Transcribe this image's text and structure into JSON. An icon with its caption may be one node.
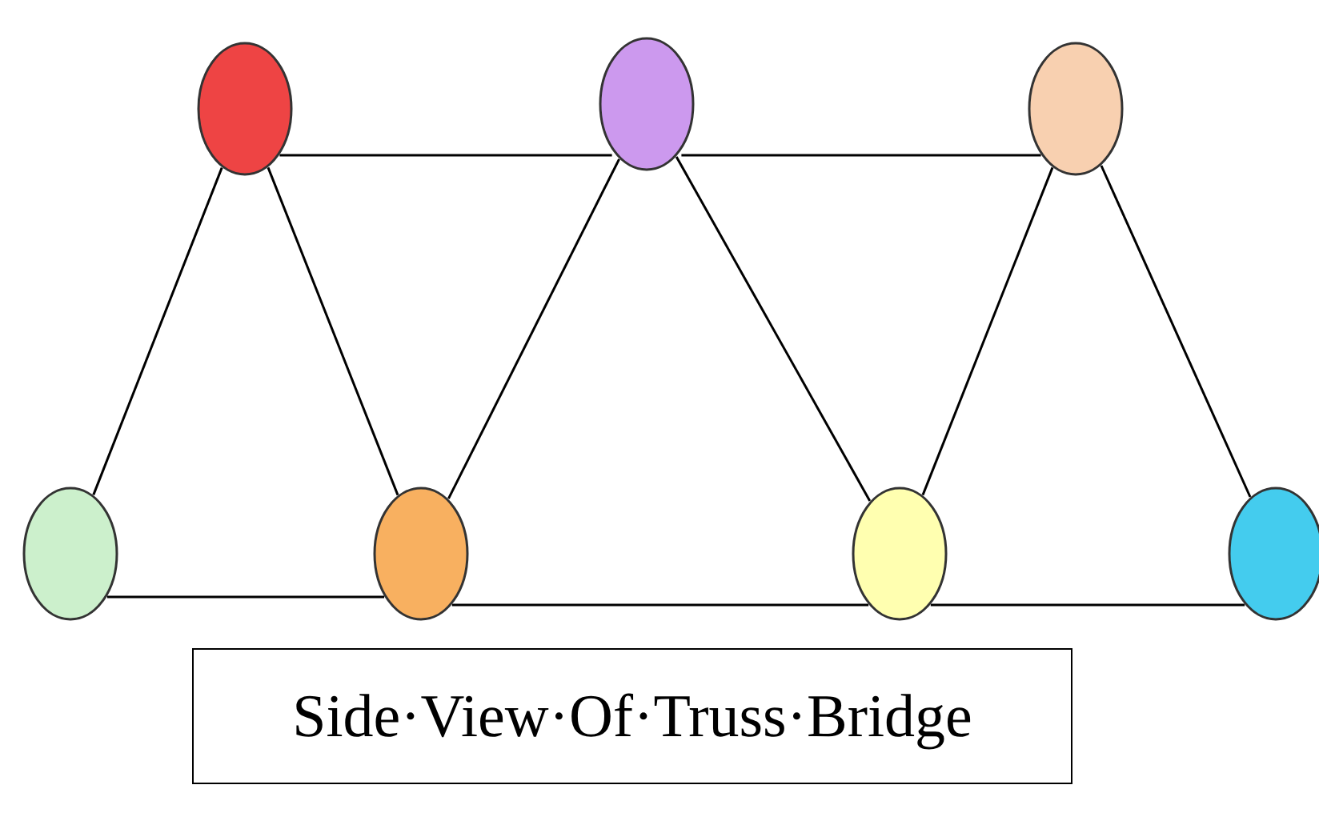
{
  "diagram": {
    "nodes": [
      {
        "text": [],
        "shape": "circle"
      },
      {
        "text": [],
        "shape": "circle"
      },
      {
        "text": [],
        "shape": "circle"
      },
      {
        "text": [],
        "shape": "circle"
      },
      {
        "text": [],
        "shape": "circle"
      },
      {
        "text": [],
        "shape": "circle"
      },
      {
        "text": [],
        "shape": "circle"
      },
      {
        "text": [
          "Side·View·Of·Truss·Bridge"
        ]
      }
    ],
    "edges": [
      {
        "from": 0,
        "to": 1,
        "arrow": "none"
      },
      {
        "from": 1,
        "to": 2,
        "arrow": "none"
      },
      {
        "from": 0,
        "to": 3,
        "arrow": "none"
      },
      {
        "from": 0,
        "to": 4,
        "arrow": "none"
      },
      {
        "from": 1,
        "to": 4,
        "arrow": "none"
      },
      {
        "from": 1,
        "to": 5,
        "arrow": "none"
      },
      {
        "from": 2,
        "to": 5,
        "arrow": "none"
      },
      {
        "from": 2,
        "to": 6,
        "arrow": "none"
      },
      {
        "from": 3,
        "to": 4,
        "arrow": "none"
      },
      {
        "from": 4,
        "to": 5,
        "arrow": "none"
      },
      {
        "from": 5,
        "to": 6,
        "arrow": "none"
      }
    ]
  }
}
